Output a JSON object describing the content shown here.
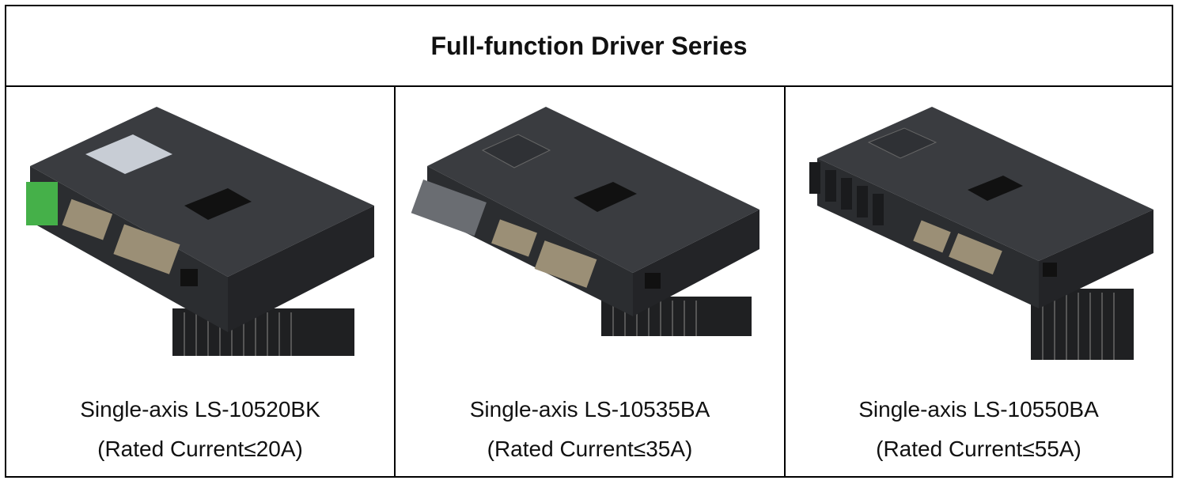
{
  "header": {
    "title": "Full-function Driver Series"
  },
  "products": [
    {
      "name": "Single-axis LS-10520BK",
      "rating": "(Rated Current≤20A)"
    },
    {
      "name": "Single-axis LS-10535BA",
      "rating": "(Rated Current≤35A)"
    },
    {
      "name": "Single-axis LS-10550BA",
      "rating": "(Rated Current≤55A)"
    }
  ],
  "colors": {
    "body": "#2b2d30",
    "top": "#3a3c40",
    "connector": "#45b049",
    "border": "#000000"
  }
}
